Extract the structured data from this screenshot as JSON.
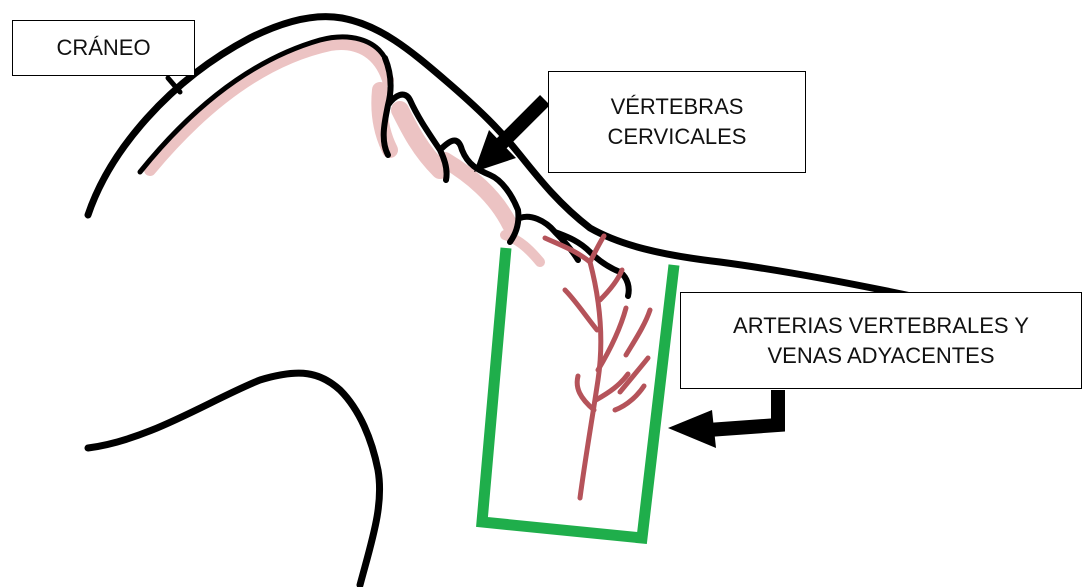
{
  "labels": {
    "skull": "CRÁNEO",
    "cervical_vertebrae": [
      "VÉRTEBRAS",
      "CERVICALES"
    ],
    "arteries": [
      "ARTERIAS VERTEBRALES Y",
      "VENAS ADYACENTES"
    ]
  },
  "colors": {
    "outline": "#000000",
    "vertebra_shading": "#e9b9b9",
    "vessels": "#b5535a",
    "highlight_box": "#1fae4b"
  }
}
